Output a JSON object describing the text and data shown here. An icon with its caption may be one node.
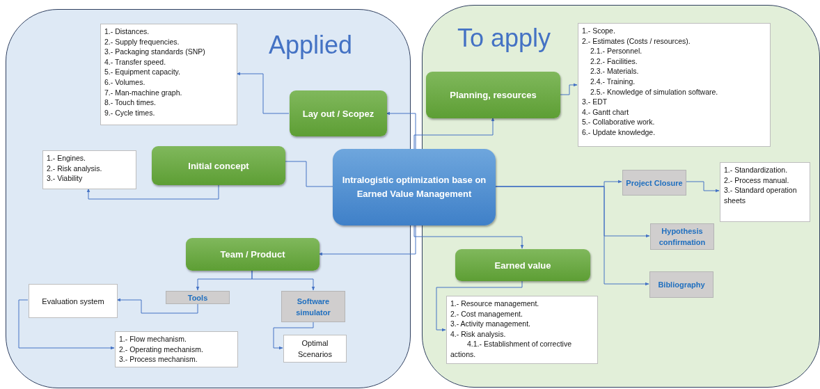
{
  "diagram": {
    "nodes": [
      {
        "text": [
          "Applied"
        ]
      },
      {
        "text": [
          "To apply"
        ]
      },
      {
        "text": [
          "Intralogistic optimization base on Earned Value Management"
        ]
      },
      {
        "text": [
          "1.- Distances.",
          "2.- Supply frequencies.",
          "3.- Packaging standards (SNP)",
          "4.- Transfer speed.",
          "5.- Equipment capacity.",
          "6.- Volumes.",
          "7.- Man-machine graph.",
          "8.- Touch times.",
          "9.- Cycle times."
        ],
        "in": 0
      },
      {
        "text": [
          "Lay out / Scopez"
        ],
        "in": 0
      },
      {
        "text": [
          "Initial concept"
        ],
        "in": 0
      },
      {
        "text": [
          "1.- Engines.",
          "2.- Risk analysis.",
          "3.- Viability"
        ],
        "in": 0
      },
      {
        "text": [
          "Team / Product"
        ],
        "in": 0
      },
      {
        "text": [
          "Tools"
        ],
        "in": 0
      },
      {
        "text": [
          "Software simulator"
        ],
        "in": 0
      },
      {
        "text": [
          "Evaluation system"
        ],
        "in": 0
      },
      {
        "text": [
          "1.- Flow mechanism.",
          "2.- Operating mechanism.",
          "3.- Process mechanism."
        ],
        "in": 0
      },
      {
        "text": [
          "Optimal Scenarios"
        ],
        "in": 0
      },
      {
        "text": [
          "Planning, resources"
        ],
        "in": 1
      },
      {
        "text": [
          "1.- Scope.",
          "2.- Estimates (Costs / resources).",
          "2.1.- Personnel.",
          "2.2.- Facilities.",
          "2.3.- Materials.",
          "2.4.- Training.",
          "2.5.- Knowledge of simulation software.",
          "3.- EDT",
          "4.- Gantt chart",
          "5.- Collaborative work.",
          "6.- Update knowledge."
        ],
        "in": 1
      },
      {
        "text": [
          "Project Closure"
        ],
        "in": 1
      },
      {
        "text": [
          "1.- Standardization.",
          "2.- Process manual.",
          "3.- Standard operation sheets"
        ],
        "in": 1
      },
      {
        "text": [
          "Hypothesis confirmation"
        ],
        "in": 1
      },
      {
        "text": [
          "Bibliography"
        ],
        "in": 1
      },
      {
        "text": [
          "Earned value"
        ],
        "in": 1
      },
      {
        "text": [
          "1.- Resource management.",
          "2.- Cost management.",
          "3.- Activity management.",
          "4.- Risk analysis.",
          "4.1.- Establishment of corrective actions."
        ],
        "in": 1
      }
    ],
    "edges": [
      {
        "from": 2,
        "to": 4,
        "arrow": "to"
      },
      {
        "from": 4,
        "to": 3,
        "arrow": "to"
      },
      {
        "from": 5,
        "to": 2,
        "arrow": "none"
      },
      {
        "from": 5,
        "to": 6,
        "arrow": "to"
      },
      {
        "from": 2,
        "to": 7,
        "arrow": "to"
      },
      {
        "from": 7,
        "to": 8,
        "arrow": "to"
      },
      {
        "from": 7,
        "to": 9,
        "arrow": "to"
      },
      {
        "from": 8,
        "to": 10,
        "arrow": "to"
      },
      {
        "from": 10,
        "to": 11,
        "arrow": "to"
      },
      {
        "from": 9,
        "to": 12,
        "arrow": "to"
      },
      {
        "from": 2,
        "to": 13,
        "arrow": "to"
      },
      {
        "from": 13,
        "to": 14,
        "arrow": "to"
      },
      {
        "from": 2,
        "to": 15,
        "arrow": "to"
      },
      {
        "from": 2,
        "to": 17,
        "arrow": "to"
      },
      {
        "from": 2,
        "to": 18,
        "arrow": "to"
      },
      {
        "from": 15,
        "to": 16,
        "arrow": "to"
      },
      {
        "from": 2,
        "to": 19,
        "arrow": "to"
      },
      {
        "from": 19,
        "to": 20,
        "arrow": "to"
      }
    ]
  }
}
